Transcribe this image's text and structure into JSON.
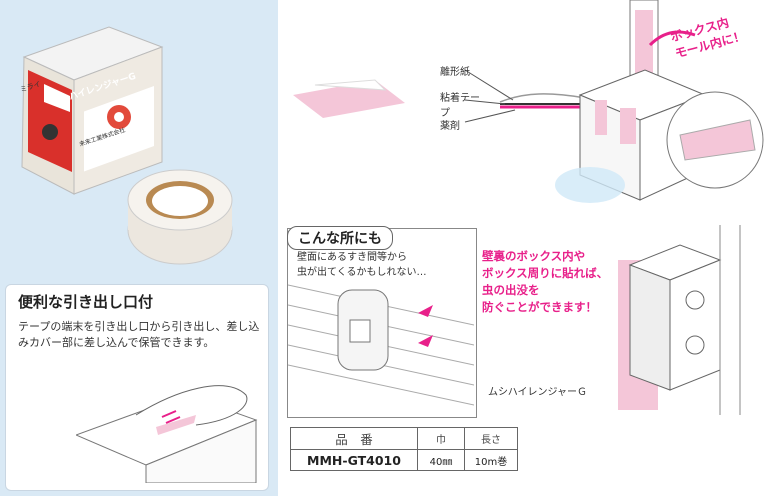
{
  "product": {
    "box_name": "ムシハイレンジャーG",
    "box_brand": "未来工業株式会社",
    "box_logo": "ミライ"
  },
  "tip": {
    "title": "便利な引き出し口付",
    "description": "テープの端末を引き出し口から引き出し、差し込みカバー部に差し込んで保管できます。"
  },
  "diagram": {
    "layer_labels": [
      "離形紙",
      "粘着テープ",
      "薬剤"
    ],
    "callout_top": "ボックス内\nモール内に！"
  },
  "where": {
    "tab": "こんな所にも",
    "caption": "壁面にあるすき間等から\n虫が出てくるかもしれない…",
    "note": "壁裏のボックス内や\nボックス周りに貼れば、\n虫の出没を\n防ぐことができます！",
    "product_label": "ムシハイレンジャーＧ"
  },
  "spec": {
    "headers": [
      "品　番",
      "巾",
      "長さ"
    ],
    "rows": [
      {
        "model": "MMH-GT4010",
        "width": "40㎜",
        "length": "10m巻"
      }
    ]
  },
  "colors": {
    "pink": "#e8208a",
    "panel": "#d9e9f5",
    "tape_pink": "#f4c6d8"
  }
}
